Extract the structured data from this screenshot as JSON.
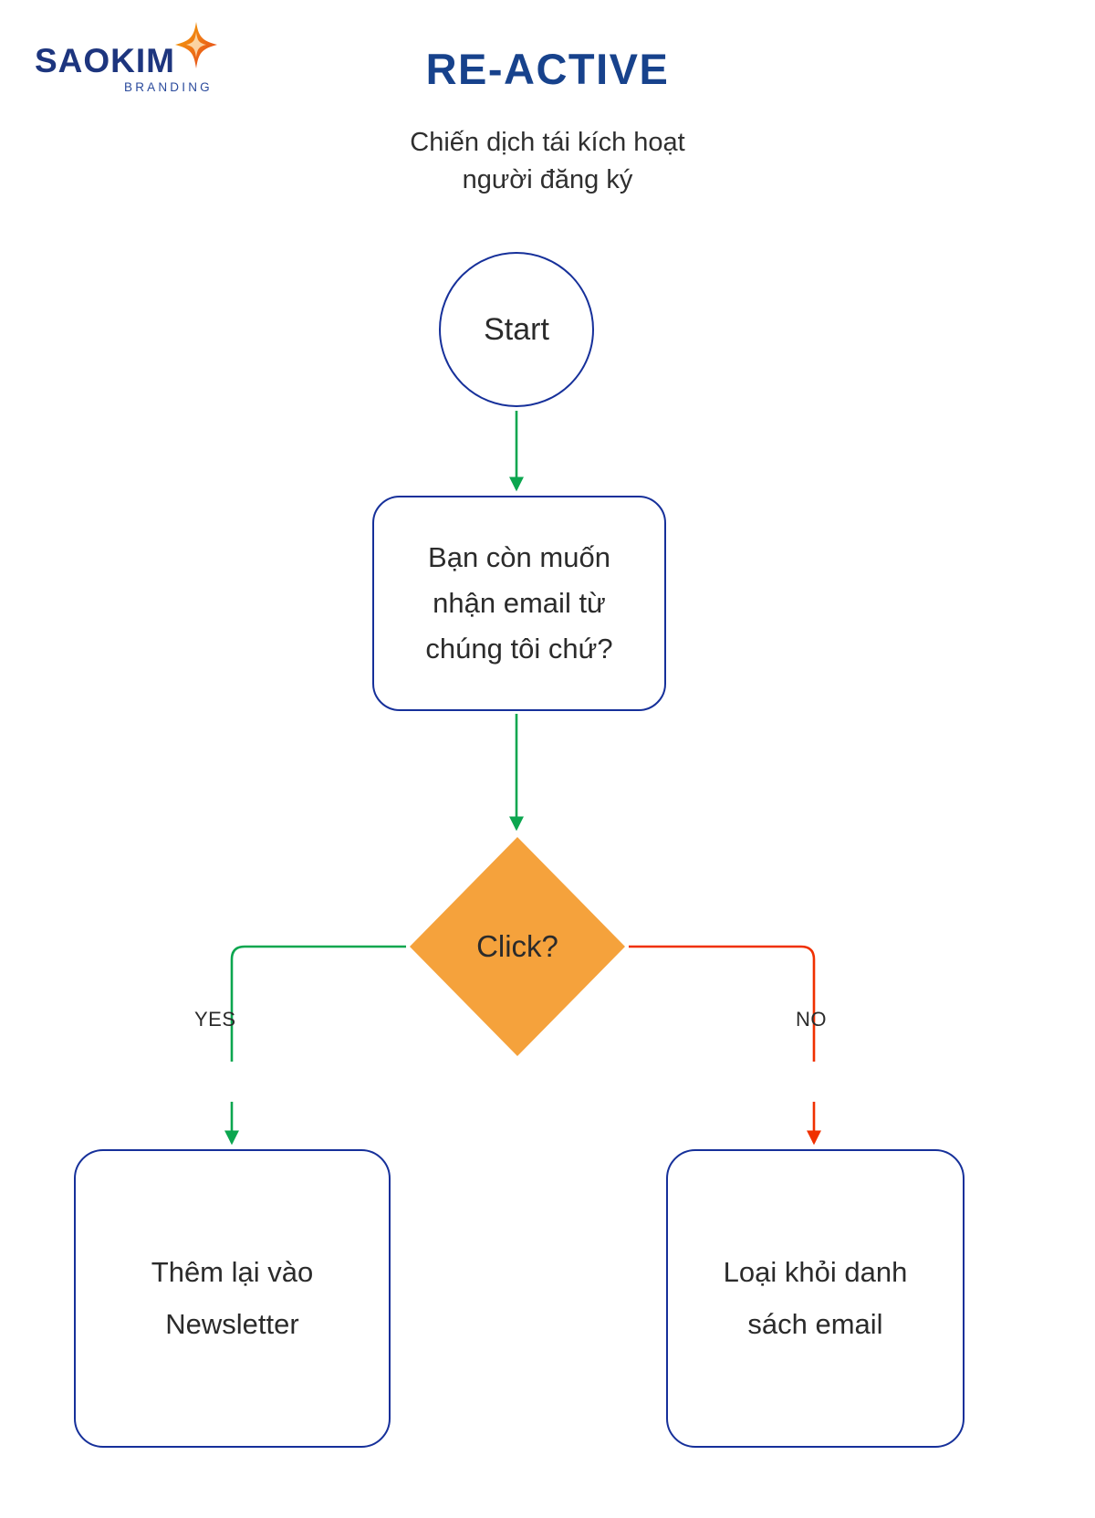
{
  "brand": {
    "wordmark": "SAOKIM",
    "tagline": "BRANDING",
    "star_icon": "four-point-star-icon",
    "wordmark_color": "#1d357e",
    "tagline_color": "#2a4a9c",
    "star_color": "#f07f1a"
  },
  "header": {
    "title": "RE-ACTIVE",
    "subtitle": "Chiến dịch tái kích hoạt\nngười đăng ký",
    "subtitle_line1": "Chiến dịch tái kích hoạt",
    "subtitle_line2": "người đăng ký",
    "title_color": "#17428c",
    "subtitle_color": "#2f2f2f"
  },
  "flowchart": {
    "type": "flowchart",
    "nodes": [
      {
        "id": "start",
        "shape": "circle",
        "label": "Start",
        "fill": "#ffffff",
        "stroke": "#16309a"
      },
      {
        "id": "question",
        "shape": "rounded-rectangle",
        "label": "Bạn còn muốn nhận email từ chúng tôi chứ?",
        "label_line1": "Bạn còn muốn",
        "label_line2": "nhận email từ",
        "label_line3": "chúng tôi chứ?",
        "fill": "#ffffff",
        "stroke": "#16309a"
      },
      {
        "id": "decision",
        "shape": "diamond",
        "label": "Click?",
        "fill": "#f5a23c",
        "stroke": "none"
      },
      {
        "id": "outcome-yes",
        "shape": "rounded-rectangle",
        "label": "Thêm lại vào Newsletter",
        "label_line1": "Thêm lại vào",
        "label_line2": "Newsletter",
        "fill": "#ffffff",
        "stroke": "#16309a"
      },
      {
        "id": "outcome-no",
        "shape": "rounded-rectangle",
        "label": "Loại khỏi danh sách email",
        "label_line1": "Loại khỏi danh",
        "label_line2": "sách email",
        "fill": "#ffffff",
        "stroke": "#16309a"
      }
    ],
    "edges": [
      {
        "from": "start",
        "to": "question",
        "label": "",
        "color": "#0ca64f"
      },
      {
        "from": "question",
        "to": "decision",
        "label": "",
        "color": "#0ca64f"
      },
      {
        "from": "decision",
        "to": "outcome-yes",
        "label": "YES",
        "color": "#0ca64f"
      },
      {
        "from": "decision",
        "to": "outcome-no",
        "label": "NO",
        "color": "#f03000"
      }
    ],
    "colors": {
      "yes_edge": "#0ca64f",
      "no_edge": "#f03000",
      "node_stroke": "#16309a",
      "decision_fill": "#f5a23c",
      "text": "#2b2b2b"
    }
  }
}
